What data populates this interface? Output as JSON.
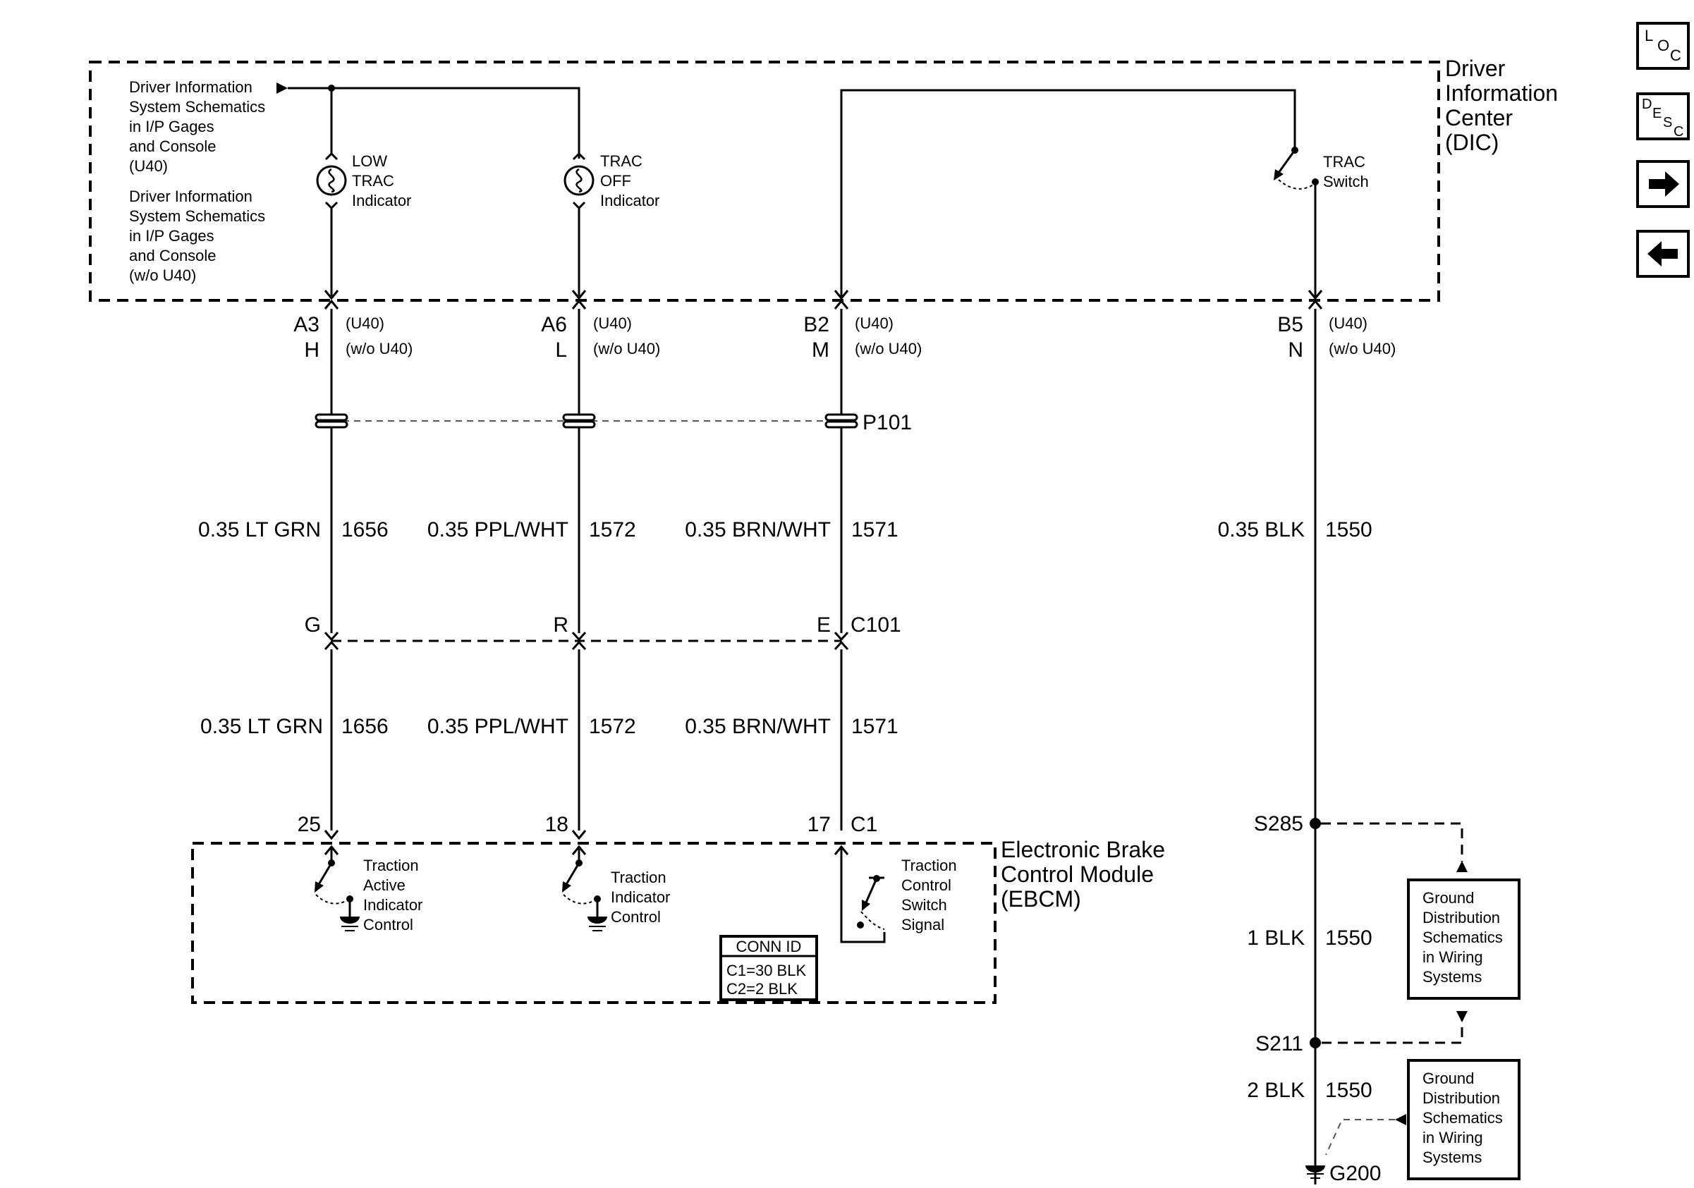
{
  "modules": {
    "dic": {
      "label_lines": [
        "Driver",
        "Information",
        "Center",
        "(DIC)"
      ]
    },
    "ebcm": {
      "label_lines": [
        "Electronic Brake",
        "Control Module",
        "(EBCM)"
      ]
    }
  },
  "dic_notes": {
    "with_u40": [
      "Driver Information",
      "System Schematics",
      "in I/P Gages",
      "and Console",
      "(U40)"
    ],
    "without_u40": [
      "Driver Information",
      "System Schematics",
      "in I/P Gages",
      "and Console",
      "(w/o U40)"
    ]
  },
  "indicators": {
    "low_trac": [
      "LOW",
      "TRAC",
      "Indicator"
    ],
    "trac_off": [
      "TRAC",
      "OFF",
      "Indicator"
    ]
  },
  "trac_switch": [
    "TRAC",
    "Switch"
  ],
  "dic_pins": [
    {
      "u40": "A3",
      "wo_u40": "H",
      "u40_note": "(U40)",
      "wo_note": "(w/o U40)"
    },
    {
      "u40": "A6",
      "wo_u40": "L",
      "u40_note": "(U40)",
      "wo_note": "(w/o U40)"
    },
    {
      "u40": "B2",
      "wo_u40": "M",
      "u40_note": "(U40)",
      "wo_note": "(w/o U40)"
    },
    {
      "u40": "B5",
      "wo_u40": "N",
      "u40_note": "(U40)",
      "wo_note": "(w/o U40)"
    }
  ],
  "connectors": {
    "p101": "P101",
    "c101": "C101",
    "c1": "C1"
  },
  "wires_upper": [
    {
      "gauge_color": "0.35 LT GRN",
      "circuit": "1656"
    },
    {
      "gauge_color": "0.35 PPL/WHT",
      "circuit": "1572"
    },
    {
      "gauge_color": "0.35 BRN/WHT",
      "circuit": "1571"
    },
    {
      "gauge_color": "0.35 BLK",
      "circuit": "1550"
    }
  ],
  "c101_pins": [
    "G",
    "R",
    "E"
  ],
  "wires_lower": [
    {
      "gauge_color": "0.35 LT GRN",
      "circuit": "1656"
    },
    {
      "gauge_color": "0.35 PPL/WHT",
      "circuit": "1572"
    },
    {
      "gauge_color": "0.35 BRN/WHT",
      "circuit": "1571"
    }
  ],
  "ebcm_pins": [
    "25",
    "18",
    "17"
  ],
  "ebcm_circuits": {
    "traction_active": [
      "Traction",
      "Active",
      "Indicator",
      "Control"
    ],
    "traction_indicator": [
      "Traction",
      "Indicator",
      "Control"
    ],
    "traction_switch": [
      "Traction",
      "Control",
      "Switch",
      "Signal"
    ]
  },
  "conn_id": {
    "title": "CONN ID",
    "rows": [
      "C1=30 BLK",
      "C2=2 BLK"
    ]
  },
  "splices": {
    "s285": "S285",
    "s211": "S211",
    "g200": "G200"
  },
  "ground_wires": [
    {
      "gauge_color": "1 BLK",
      "circuit": "1550"
    },
    {
      "gauge_color": "2 BLK",
      "circuit": "1550"
    }
  ],
  "ground_refs": [
    [
      "Ground",
      "Distribution",
      "Schematics",
      "in Wiring",
      "Systems"
    ],
    [
      "Ground",
      "Distribution",
      "Schematics",
      "in Wiring",
      "Systems"
    ]
  ],
  "nav": {
    "loc": [
      "L",
      "O",
      "C"
    ],
    "desc": [
      "D",
      "E",
      "S",
      "C"
    ],
    "next": "next-arrow",
    "prev": "previous-arrow"
  }
}
